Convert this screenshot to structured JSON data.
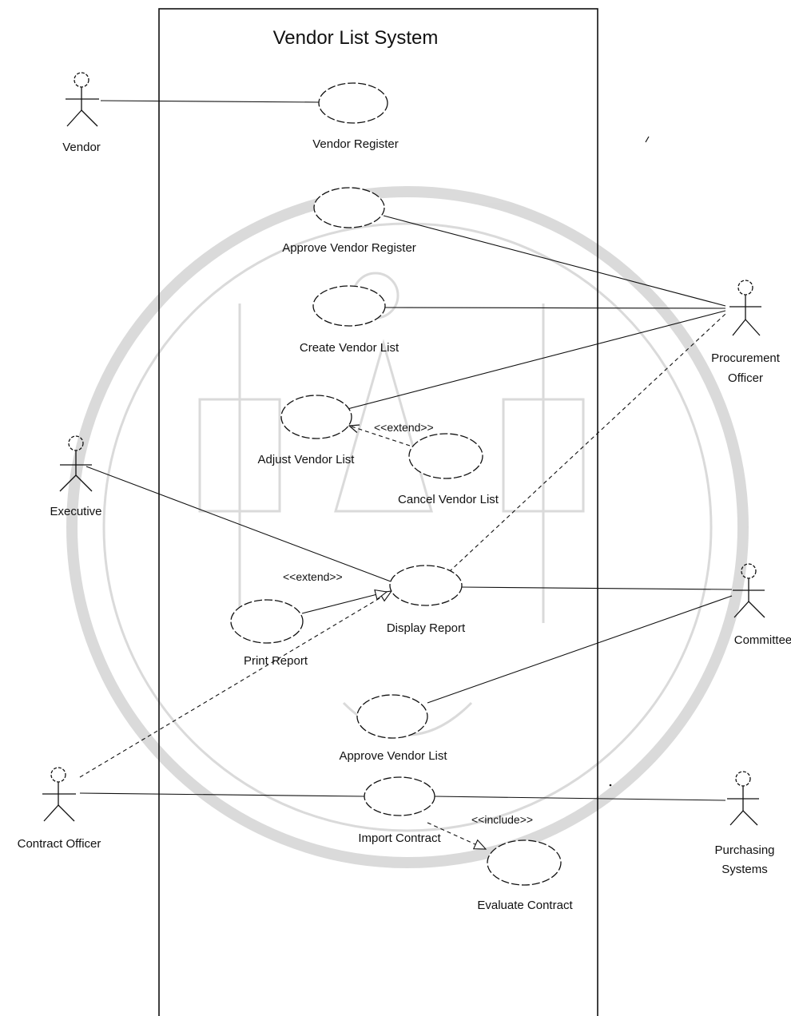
{
  "diagram": {
    "title": "Vendor List System",
    "actors": [
      {
        "id": "vendor",
        "lines": [
          "Vendor"
        ]
      },
      {
        "id": "procurement-officer",
        "lines": [
          "Procurement",
          "Officer"
        ]
      },
      {
        "id": "executive",
        "lines": [
          "Executive"
        ]
      },
      {
        "id": "committee",
        "lines": [
          "Committee"
        ]
      },
      {
        "id": "contract-officer",
        "lines": [
          "Contract Officer"
        ]
      },
      {
        "id": "purchasing-systems",
        "lines": [
          "Purchasing",
          "Systems"
        ]
      }
    ],
    "use_cases": [
      {
        "id": "vendor-register",
        "label": "Vendor Register"
      },
      {
        "id": "approve-vendor-register",
        "label": "Approve Vendor Register"
      },
      {
        "id": "create-vendor-list",
        "label": "Create Vendor List"
      },
      {
        "id": "adjust-vendor-list",
        "label": "Adjust Vendor List"
      },
      {
        "id": "cancel-vendor-list",
        "label": "Cancel Vendor List"
      },
      {
        "id": "display-report",
        "label": "Display Report"
      },
      {
        "id": "print-report",
        "label": "Print Report"
      },
      {
        "id": "approve-vendor-list",
        "label": "Approve Vendor List"
      },
      {
        "id": "import-contract",
        "label": "Import Contract"
      },
      {
        "id": "evaluate-contract",
        "label": "Evaluate Contract"
      }
    ],
    "relations": [
      {
        "from": "vendor",
        "to": "vendor-register",
        "kind": "association"
      },
      {
        "from": "procurement-officer",
        "to": "approve-vendor-register",
        "kind": "association"
      },
      {
        "from": "procurement-officer",
        "to": "create-vendor-list",
        "kind": "association"
      },
      {
        "from": "procurement-officer",
        "to": "adjust-vendor-list",
        "kind": "association"
      },
      {
        "from": "procurement-officer",
        "to": "display-report",
        "kind": "association"
      },
      {
        "from": "executive",
        "to": "display-report",
        "kind": "association"
      },
      {
        "from": "committee",
        "to": "display-report",
        "kind": "association"
      },
      {
        "from": "committee",
        "to": "approve-vendor-list",
        "kind": "association"
      },
      {
        "from": "contract-officer",
        "to": "display-report",
        "kind": "association"
      },
      {
        "from": "contract-officer",
        "to": "import-contract",
        "kind": "association"
      },
      {
        "from": "purchasing-systems",
        "to": "import-contract",
        "kind": "association"
      },
      {
        "from": "cancel-vendor-list",
        "to": "adjust-vendor-list",
        "kind": "extend",
        "label": "<<extend>>"
      },
      {
        "from": "print-report",
        "to": "display-report",
        "kind": "extend",
        "label": "<<extend>>"
      },
      {
        "from": "import-contract",
        "to": "evaluate-contract",
        "kind": "include",
        "label": "<<include>>"
      }
    ]
  },
  "colors": {
    "line": "#111111",
    "background": "#ffffff",
    "watermark": "#bdbdbd"
  },
  "icons": [
    "actor-stick-figure-icon",
    "university-seal-watermark"
  ]
}
